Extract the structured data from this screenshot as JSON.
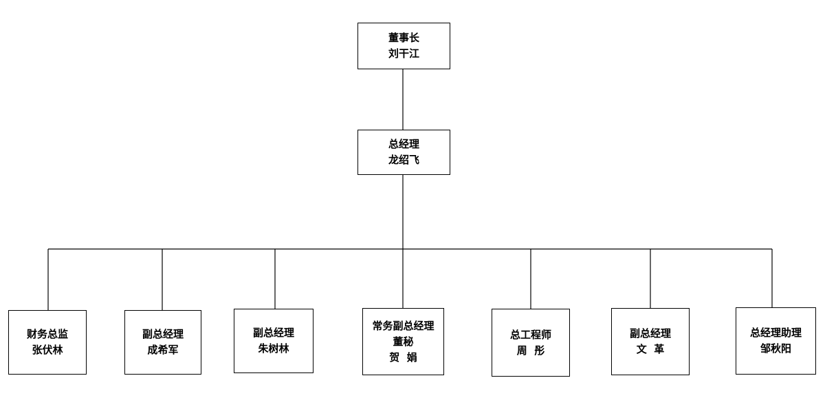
{
  "chart": {
    "nodes": [
      {
        "id": "n-chairman",
        "name": "chairman-box",
        "lines": [
          "董事长",
          "刘干江"
        ]
      },
      {
        "id": "n-gm",
        "name": "general-manager-box",
        "lines": [
          "总经理",
          "龙绍飞"
        ]
      },
      {
        "id": "n-cfo",
        "name": "cfo-box",
        "lines": [
          "财务总监",
          "张伏林"
        ]
      },
      {
        "id": "n-vp1",
        "name": "deputy-gm-1-box",
        "lines": [
          "副总经理",
          "成希军"
        ]
      },
      {
        "id": "n-vp2",
        "name": "deputy-gm-2-box",
        "lines": [
          "副总经理",
          "朱树林"
        ]
      },
      {
        "id": "n-evp",
        "name": "executive-deputy-gm-box",
        "lines": [
          "常务副总经理",
          "董秘",
          "贺  娟"
        ]
      },
      {
        "id": "n-ce",
        "name": "chief-engineer-box",
        "lines": [
          "总工程师",
          "周  彤"
        ]
      },
      {
        "id": "n-vp3",
        "name": "deputy-gm-3-box",
        "lines": [
          "副总经理",
          "文  革"
        ]
      },
      {
        "id": "n-assistant",
        "name": "gm-assistant-box",
        "lines": [
          "总经理助理",
          "邹秋阳"
        ]
      }
    ],
    "edges": [
      [
        "n-chairman",
        "n-gm"
      ],
      [
        "n-gm",
        "n-cfo"
      ],
      [
        "n-gm",
        "n-vp1"
      ],
      [
        "n-gm",
        "n-vp2"
      ],
      [
        "n-gm",
        "n-evp"
      ],
      [
        "n-gm",
        "n-ce"
      ],
      [
        "n-gm",
        "n-vp3"
      ],
      [
        "n-gm",
        "n-assistant"
      ]
    ]
  }
}
